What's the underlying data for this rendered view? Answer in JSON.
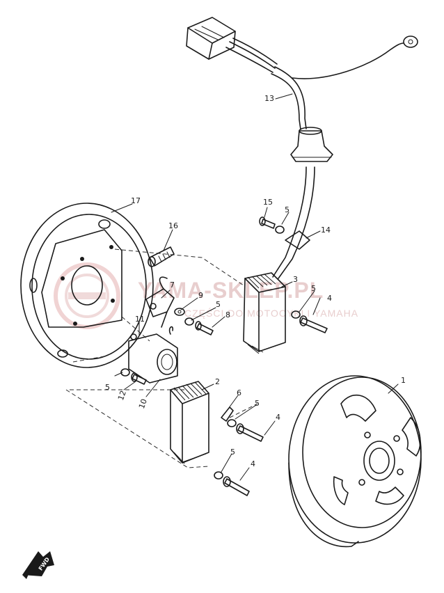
{
  "watermark": {
    "title": "YAMA-SKLEP.PL",
    "subtitle": "CZĘŚCI DO MOTOCYKLI YAMAHA"
  },
  "direction_marker": {
    "label": "FWD"
  },
  "parts": [
    {
      "number": "1",
      "label": "1"
    },
    {
      "number": "2",
      "label": "2"
    },
    {
      "number": "3",
      "label": "3"
    },
    {
      "number": "4a",
      "label": "4"
    },
    {
      "number": "4b",
      "label": "4"
    },
    {
      "number": "4c",
      "label": "4"
    },
    {
      "number": "5a",
      "label": "5"
    },
    {
      "number": "5b",
      "label": "5"
    },
    {
      "number": "5c",
      "label": "5"
    },
    {
      "number": "5d",
      "label": "5"
    },
    {
      "number": "5e",
      "label": "5"
    },
    {
      "number": "5f",
      "label": "5"
    },
    {
      "number": "6",
      "label": "6"
    },
    {
      "number": "7",
      "label": "7"
    },
    {
      "number": "8",
      "label": "8"
    },
    {
      "number": "9",
      "label": "9"
    },
    {
      "number": "10",
      "label": "10"
    },
    {
      "number": "11",
      "label": "11"
    },
    {
      "number": "12",
      "label": "12"
    },
    {
      "number": "13",
      "label": "13"
    },
    {
      "number": "14",
      "label": "14"
    },
    {
      "number": "15",
      "label": "15"
    },
    {
      "number": "16",
      "label": "16"
    },
    {
      "number": "17",
      "label": "17"
    }
  ]
}
